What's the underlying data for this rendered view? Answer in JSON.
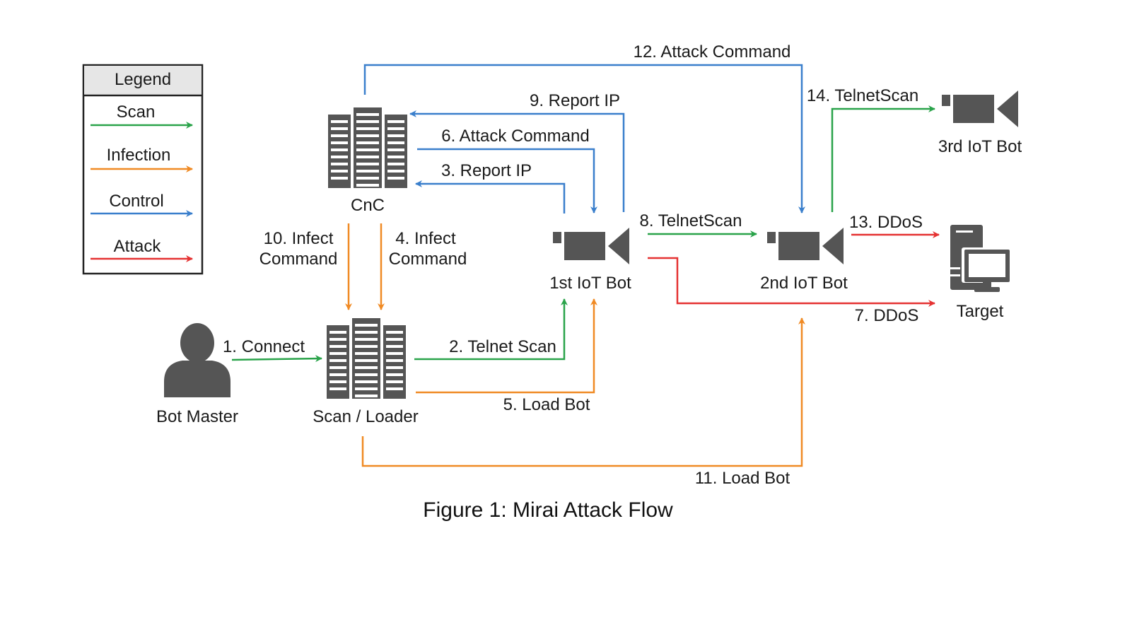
{
  "caption": "Figure 1: Mirai Attack Flow",
  "colors": {
    "scan": "#2aa34a",
    "infection": "#f08a24",
    "control": "#3a7fcc",
    "attack": "#e53232",
    "icon": "#555555",
    "legend_header_bg": "#e6e6e6"
  },
  "legend": {
    "title": "Legend",
    "items": [
      {
        "label": "Scan",
        "type": "scan"
      },
      {
        "label": "Infection",
        "type": "infection"
      },
      {
        "label": "Control",
        "type": "control"
      },
      {
        "label": "Attack",
        "type": "attack"
      }
    ]
  },
  "nodes": {
    "bot_master": {
      "label": "Bot Master",
      "icon": "person-icon"
    },
    "scan_loader": {
      "label": "Scan / Loader",
      "icon": "server-icon"
    },
    "cnc": {
      "label": "CnC",
      "icon": "server-icon"
    },
    "iot_bot_1": {
      "label": "1st IoT Bot",
      "icon": "camera-icon"
    },
    "iot_bot_2": {
      "label": "2nd IoT Bot",
      "icon": "camera-icon"
    },
    "iot_bot_3": {
      "label": "3rd IoT Bot",
      "icon": "camera-icon"
    },
    "target": {
      "label": "Target",
      "icon": "computer-icon"
    }
  },
  "edges": [
    {
      "step": 1,
      "label": "1. Connect",
      "type": "scan",
      "from": "bot_master",
      "to": "scan_loader"
    },
    {
      "step": 2,
      "label": "2. Telnet Scan",
      "type": "scan",
      "from": "scan_loader",
      "to": "iot_bot_1"
    },
    {
      "step": 3,
      "label": "3. Report IP",
      "type": "control",
      "from": "iot_bot_1",
      "to": "cnc"
    },
    {
      "step": 4,
      "label_line1": "4. Infect",
      "label_line2": "Command",
      "type": "infection",
      "from": "cnc",
      "to": "scan_loader"
    },
    {
      "step": 5,
      "label": "5. Load Bot",
      "type": "infection",
      "from": "scan_loader",
      "to": "iot_bot_1"
    },
    {
      "step": 6,
      "label": "6. Attack Command",
      "type": "control",
      "from": "cnc",
      "to": "iot_bot_1"
    },
    {
      "step": 7,
      "label": "7. DDoS",
      "type": "attack",
      "from": "iot_bot_1",
      "to": "target"
    },
    {
      "step": 8,
      "label": "8. TelnetScan",
      "type": "scan",
      "from": "iot_bot_1",
      "to": "iot_bot_2"
    },
    {
      "step": 9,
      "label": "9. Report IP",
      "type": "control",
      "from": "iot_bot_1",
      "to": "cnc"
    },
    {
      "step": 10,
      "label_line1": "10. Infect",
      "label_line2": "Command",
      "type": "infection",
      "from": "cnc",
      "to": "scan_loader"
    },
    {
      "step": 11,
      "label": "11. Load Bot",
      "type": "infection",
      "from": "scan_loader",
      "to": "iot_bot_2"
    },
    {
      "step": 12,
      "label": "12. Attack Command",
      "type": "control",
      "from": "cnc",
      "to": "iot_bot_2"
    },
    {
      "step": 13,
      "label": "13. DDoS",
      "type": "attack",
      "from": "iot_bot_2",
      "to": "target"
    },
    {
      "step": 14,
      "label": "14. TelnetScan",
      "type": "scan",
      "from": "iot_bot_2",
      "to": "iot_bot_3"
    }
  ]
}
